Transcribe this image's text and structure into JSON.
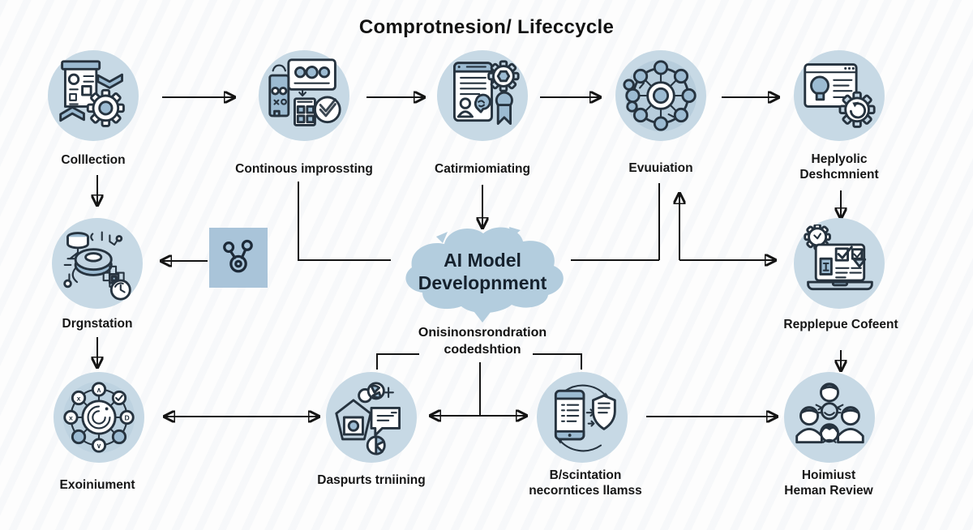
{
  "title": "Comprotnesion/ Lifeccycle",
  "colors": {
    "node_circle": "#c7d9e5",
    "square": "#a9c4d9",
    "cloud": "#b3cdde",
    "icon_steel": "#9cbbd2",
    "line": "#141414",
    "text": "#161616"
  },
  "nodes": {
    "collection": {
      "label": "Colllection"
    },
    "continuous": {
      "label": "Continous improssting"
    },
    "certifying": {
      "label": "Catirmiomiating"
    },
    "evaluation": {
      "label": "Evuuiation"
    },
    "deployment": {
      "label": "Heplyolic\nDeshcmnient"
    },
    "data_station": {
      "label": "Drgnstation"
    },
    "replication": {
      "label": "Repplepue Cofeent"
    },
    "environment": {
      "label": "Exoiniument"
    },
    "data_training": {
      "label": "Daspurts trniining"
    },
    "bscintation": {
      "label": "B/scintation\nnecorntices llamss"
    },
    "human_review": {
      "label": "Hoimiust\nHeman Review"
    }
  },
  "center": {
    "cloud_label": "AI Model\nDevelopnment",
    "sublabel": "Onisinonsrondration\ncodedshtion"
  }
}
